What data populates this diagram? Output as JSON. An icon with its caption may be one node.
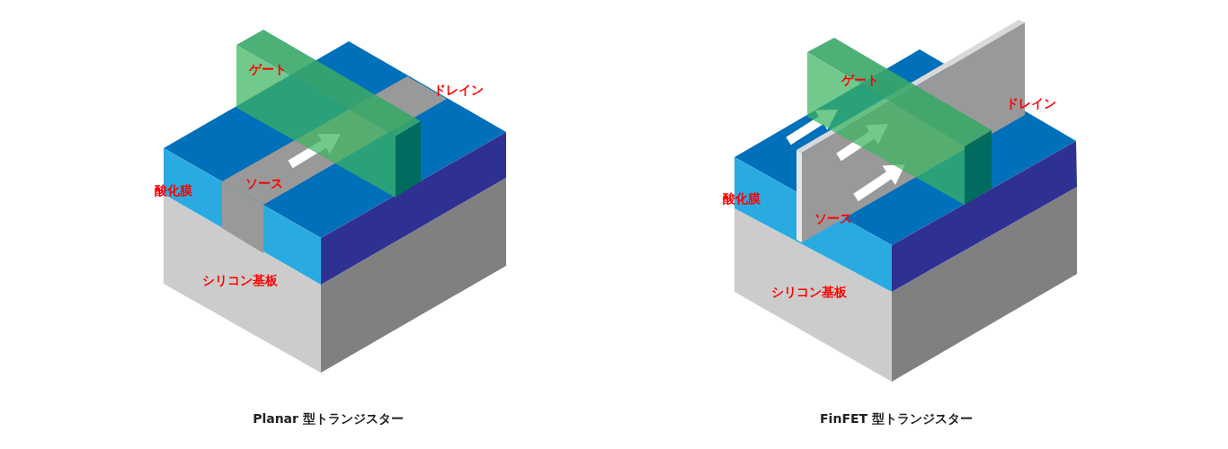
{
  "diagram": {
    "labels": [
      "ゲート",
      "ドレイン",
      "ソース",
      "酸化膜",
      "シリコン基板",
      "Planar 型トランジスター",
      "ゲート",
      "ドレイン",
      "酸化膜",
      "ソース",
      "シリコン基板",
      "FinFET 型トランジスター"
    ]
  }
}
